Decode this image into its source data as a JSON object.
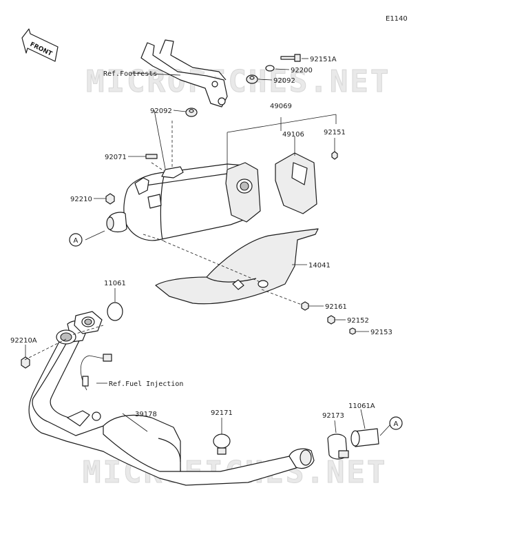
{
  "diagram_code": "E1140",
  "front_label": "FRONT",
  "watermark": "MICROFICHES.NET",
  "labels": {
    "p92151A": "92151A",
    "p92200": "92200",
    "ref_footrests": "Ref.Footrests",
    "p92092_top": "92092",
    "p92092_left": "92092",
    "p49069": "49069",
    "p49106": "49106",
    "p92151": "92151",
    "p92071": "92071",
    "p92210": "92210",
    "callout_a_left": "A",
    "p14041": "14041",
    "p11061": "11061",
    "p92161": "92161",
    "p92152": "92152",
    "p92153": "92153",
    "p92210A": "92210A",
    "ref_fuel_injection": "Ref.Fuel Injection",
    "p39178": "39178",
    "p92171": "92171",
    "p92173": "92173",
    "p11061A": "11061A",
    "callout_a_right": "A"
  }
}
